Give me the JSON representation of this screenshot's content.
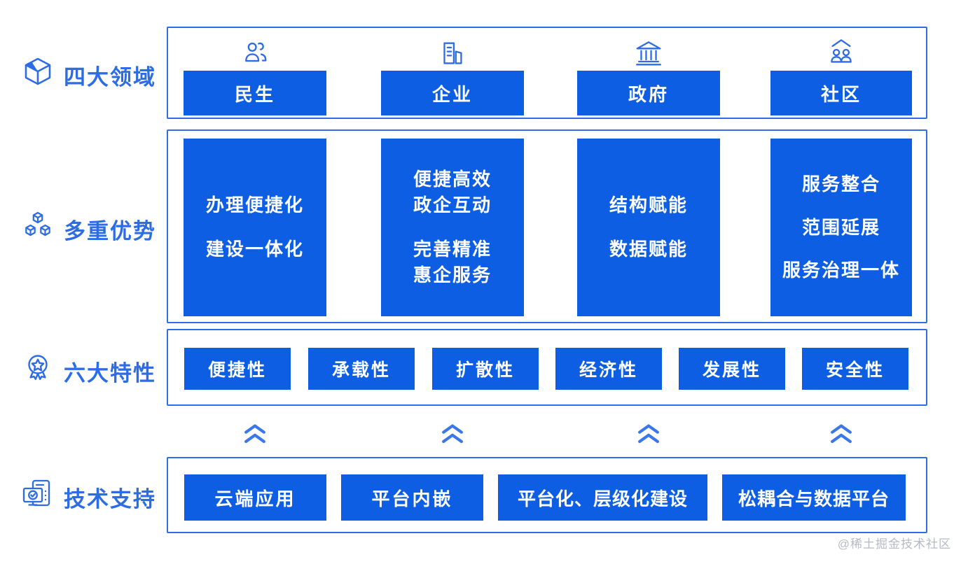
{
  "colors": {
    "primary": "#0d5ee2",
    "stroke": "#2d6ce5",
    "panel_border": "#2e6ee8",
    "watermark": "#b5bac3"
  },
  "watermark": "@稀土掘金技术社区",
  "sections": {
    "domains": {
      "label": "四大领域",
      "items": [
        {
          "label": "民生",
          "icon": "people-icon"
        },
        {
          "label": "企业",
          "icon": "building-icon"
        },
        {
          "label": "政府",
          "icon": "bank-icon"
        },
        {
          "label": "社区",
          "icon": "community-icon"
        }
      ]
    },
    "advantages": {
      "label": "多重优势",
      "boxes": [
        {
          "groups": [
            [
              "办理便捷化"
            ],
            [
              "建设一体化"
            ]
          ]
        },
        {
          "groups": [
            [
              "便捷高效",
              "政企互动"
            ],
            [
              "完善精准",
              "惠企服务"
            ]
          ]
        },
        {
          "groups": [
            [
              "结构赋能"
            ],
            [
              "数据赋能"
            ]
          ]
        },
        {
          "groups": [
            [
              "服务整合"
            ],
            [
              "范围延展"
            ],
            [
              "服务治理一体"
            ]
          ]
        }
      ]
    },
    "features": {
      "label": "六大特性",
      "items": [
        "便捷性",
        "承载性",
        "扩散性",
        "经济性",
        "发展性",
        "安全性"
      ]
    },
    "tech": {
      "label": "技术支持",
      "items": [
        "云端应用",
        "平台内嵌",
        "平台化、层级化建设",
        "松耦合与数据平台"
      ]
    }
  }
}
